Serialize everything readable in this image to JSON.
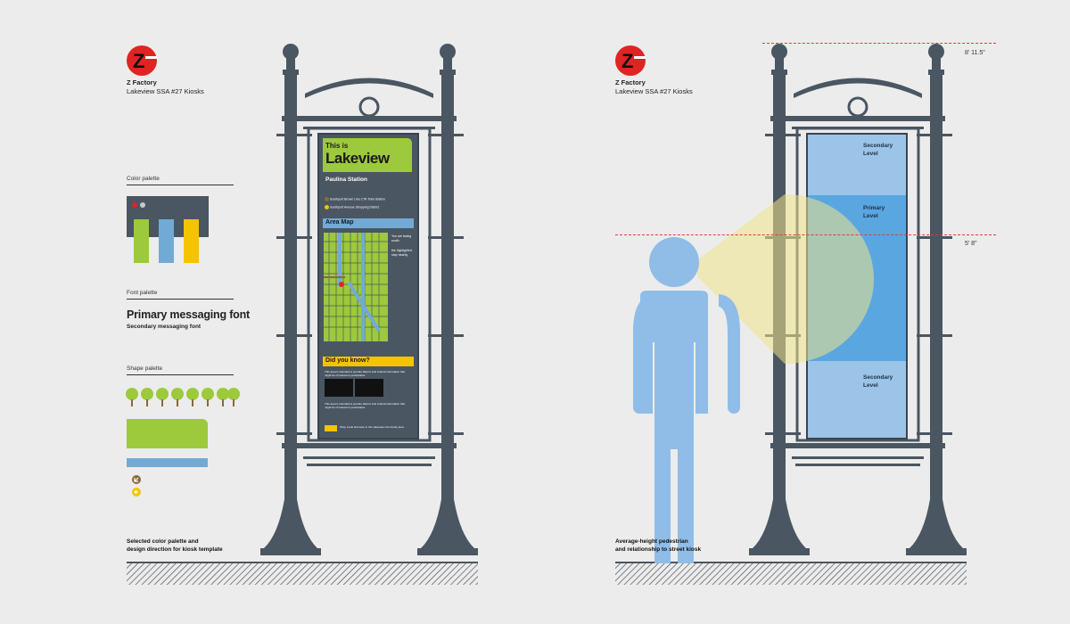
{
  "brand": {
    "name": "Z Factory",
    "project": "Lakeview SSA #27 Kiosks"
  },
  "palette_panel": {
    "color_title": "Color palette",
    "font_title": "Font palette",
    "primary_font_sample": "Primary messaging font",
    "secondary_font_sample": "Secondary messaging font",
    "shape_title": "Shape palette",
    "colors": {
      "dark": "#4a5661",
      "green": "#9dc93c",
      "blue": "#72aad6",
      "yellow": "#f5c400",
      "red": "#e02424"
    }
  },
  "kiosk": {
    "heading_small": "This is",
    "heading_large": "Lakeview",
    "station": "Paulina Station",
    "line1": "Southport Brown Line CTA Train Station",
    "line2": "Southport Avenue Shopping District",
    "area_map": "Area Map",
    "map_note1": "You are facing south",
    "map_note2": "the highlighted stop nearby",
    "did_you_know": "Did you know?",
    "body_text": "This area is intended to provide historic and cultural information that might be of interest to pedestrians.",
    "footer_text": "Shop Local and save in the Lakeview community area"
  },
  "left_caption": [
    "Selected color palette and",
    "design direction for kiosk template"
  ],
  "right_caption": [
    "Average-height pedestrian",
    "and relationship to street kiosk"
  ],
  "measurements": {
    "top": "8' 11.5\"",
    "eye": "5' 8\""
  },
  "levels": {
    "top": [
      "Secondary",
      "Level"
    ],
    "middle": [
      "Primary",
      "Level"
    ],
    "bottom": [
      "Secondary",
      "Level"
    ]
  }
}
